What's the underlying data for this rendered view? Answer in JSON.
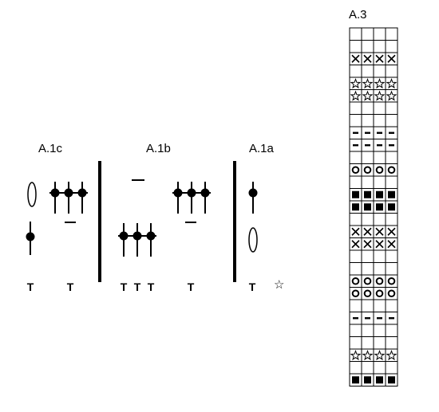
{
  "diagrams": {
    "a1c": {
      "title": "A.1c"
    },
    "a1b": {
      "title": "A.1b"
    },
    "a1a": {
      "title": "A.1a"
    }
  },
  "foundation_symbols": {
    "t": "T",
    "star": "☆"
  },
  "a3": {
    "title": "A.3",
    "columns": 4,
    "rows": [
      "",
      "",
      "x",
      "",
      "star",
      "star",
      "",
      "",
      "dash",
      "dash",
      "",
      "o",
      "",
      "sq",
      "sq",
      "",
      "x",
      "x",
      "",
      "",
      "o",
      "o",
      "",
      "dash",
      "",
      "",
      "star",
      "",
      "sq"
    ]
  }
}
